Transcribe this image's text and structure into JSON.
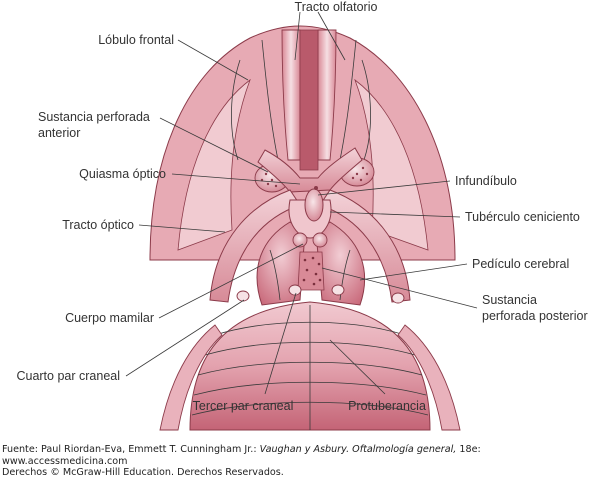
{
  "labels": {
    "tracto_olfatorio": "Tracto olfatorio",
    "lobulo_frontal": "Lóbulo frontal",
    "sust_perf_ant_1": "Sustancia perforada",
    "sust_perf_ant_2": "anterior",
    "quiasma_optico": "Quiasma óptico",
    "tracto_optico": "Tracto óptico",
    "cuerpo_mamilar": "Cuerpo mamilar",
    "cuarto_par": "Cuarto par craneal",
    "tercer_par": "Tercer par craneal",
    "protuberancia": "Protuberancia",
    "infundibulo": "Infundíbulo",
    "tuberculo": "Tubérculo ceniciento",
    "pediculo": "Pedículo cerebral",
    "sust_perf_post_1": "Sustancia",
    "sust_perf_post_2": "perforada posterior"
  },
  "caption": {
    "source_prefix": "Fuente: Paul Riordan-Eva, Emmett T. Cunningham Jr.: ",
    "book_title": "Vaughan y Asbury. Oftalmología general,",
    "edition": " 18e:",
    "website": "www.accessmedicina.com",
    "rights": "Derechos © McGraw-Hill Education. Derechos Reservados."
  },
  "colors": {
    "tissue_light": "#f5dde1",
    "tissue_mid": "#e6a9b3",
    "tissue_dark": "#c9707f",
    "outline": "#8c3b4a"
  }
}
